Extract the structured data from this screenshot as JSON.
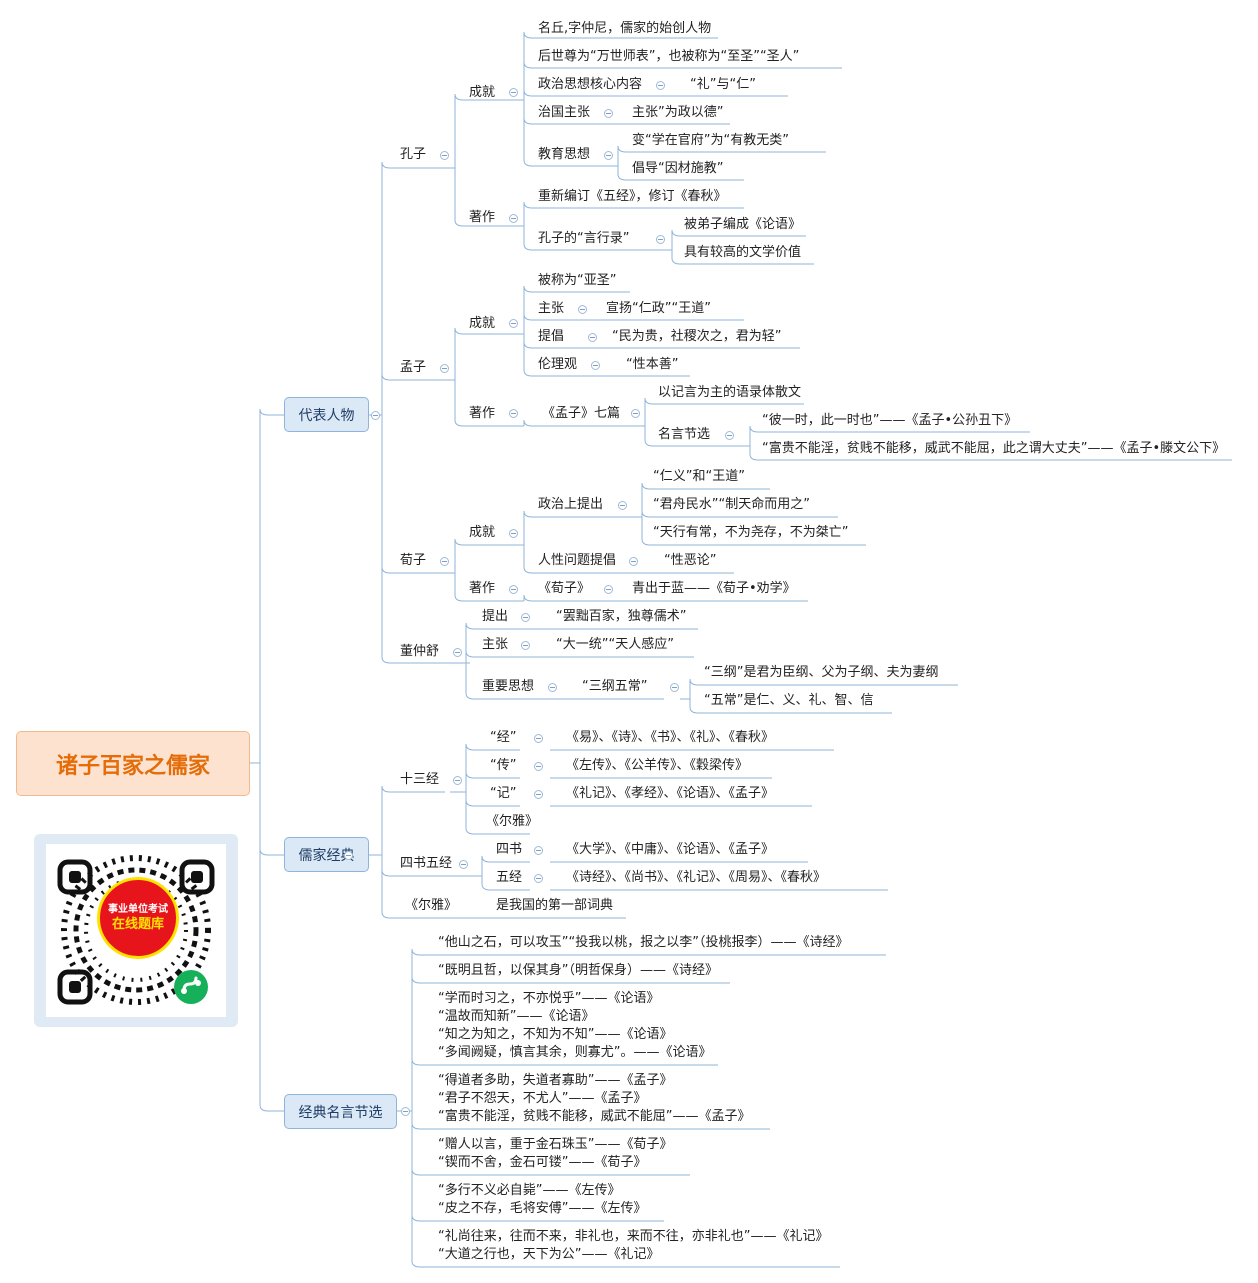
{
  "root": "诸子百家之儒家",
  "qr": {
    "line1": "事业单位考试",
    "line2": "在线题库",
    "icon": "wechat-miniprogram-icon"
  },
  "colors": {
    "line": "#8fb4da",
    "root_bg": "#fde3cf",
    "root_text": "#e46d0a",
    "main_bg": "#dbe9f7"
  },
  "branches": {
    "people": "代表人物",
    "classics": "儒家经典",
    "quotes": "经典名言节选"
  },
  "kongzi": {
    "name": "孔子",
    "ach": "成就",
    "ach1": "名丘,字仲尼，儒家的始创人物",
    "ach2": "后世尊为“万世师表”，也被称为“至圣”“圣人”",
    "ach3_k": "政治思想核心内容",
    "ach3_v": "“礼”与“仁”",
    "ach4_k": "治国主张",
    "ach4_v": "主张”为政以德”",
    "ach5_k": "教育思想",
    "ach5_v1": "变“学在官府”为“有教无类”",
    "ach5_v2": "倡导“因材施教”",
    "works": "著作",
    "works1": "重新编订《五经》，修订《春秋》",
    "works2_k": "孔子的“言行录”",
    "works2_v1": "被弟子编成《论语》",
    "works2_v2": "具有较高的文学价值"
  },
  "mengzi": {
    "name": "孟子",
    "ach": "成就",
    "ach1": "被称为“亚圣”",
    "ach2_k": "主张",
    "ach2_v": "宣扬“仁政”“王道”",
    "ach3_k": "提倡",
    "ach3_v": "“民为贵，社稷次之，君为轻”",
    "ach4_k": "伦理观",
    "ach4_v": "“性本善”",
    "works": "著作",
    "works_k": "《孟子》七篇",
    "works_v1": "以记言为主的语录体散文",
    "quotes_k": "名言节选",
    "quote1": "“彼一时，此一时也”——《孟子•公孙丑下》",
    "quote2": "“富贵不能淫，贫贱不能移，威武不能屈，此之谓大丈夫”——《孟子•滕文公下》"
  },
  "xunzi": {
    "name": "荀子",
    "ach": "成就",
    "pol_k": "政治上提出",
    "pol1": "“仁义”和“王道”",
    "pol2": "“君舟民水”“制天命而用之”",
    "pol3": "“天行有常，不为尧存，不为桀亡”",
    "hum_k": "人性问题提倡",
    "hum_v": "“性恶论”",
    "works": "著作",
    "works_k": "《荀子》",
    "works_v": "青出于蓝——《荀子•劝学》"
  },
  "dong": {
    "name": "董仲舒",
    "p1_k": "提出",
    "p1_v": "“罢黜百家，独尊儒术”",
    "p2_k": "主张",
    "p2_v": "“大一统”“天人感应”",
    "p3_k": "重要思想",
    "p3_v": "“三纲五常”",
    "p3_a": "“三纲”是君为臣纲、父为子纲、夫为妻纲",
    "p3_b": "“五常”是仁、义、礼、智、信"
  },
  "classics": {
    "shisan": "十三经",
    "jing_k": "“经”",
    "jing_v": "《易》、《诗》、《书》、《礼》、《春秋》",
    "zhuan_k": "“传”",
    "zhuan_v": "《左传》、《公羊传》、《穀梁传》",
    "ji_k": "“记”",
    "ji_v": "《礼记》、《孝经》、《论语》、《孟子》",
    "erya": "《尔雅》",
    "sishu_wujing": "四书五经",
    "sishu_k": "四书",
    "sishu_v": "《大学》、《中庸》、《论语》、《孟子》",
    "wujing_k": "五经",
    "wujing_v": "《诗经》、《尚书》、《礼记》、《周易》、《春秋》",
    "erya2_k": "《尔雅》",
    "erya2_v": "是我国的第一部词典"
  },
  "quotes": [
    [
      "“他山之石，可以攻玉”“投我以桃，报之以李”（投桃报李）——《诗经》"
    ],
    [
      "“既明且哲，以保其身”（明哲保身）——《诗经》"
    ],
    [
      "“学而时习之，不亦悦乎”——《论语》",
      "“温故而知新”——《论语》",
      "“知之为知之，不知为不知”——《论语》",
      "“多闻阙疑，慎言其余，则寡尤”。——《论语》"
    ],
    [
      "“得道者多助，失道者寡助”——《孟子》",
      "“君子不怨天，不尤人”——《孟子》",
      "“富贵不能淫，贫贱不能移，威武不能屈”——《孟子》"
    ],
    [
      "“赠人以言，重于金石珠玉”——《荀子》",
      "“锲而不舍，金石可镂”——《荀子》"
    ],
    [
      "“多行不义必自毙”——《左传》",
      "“皮之不存，毛将安傅”——《左传》"
    ],
    [
      "“礼尚往来，往而不来，非礼也，来而不往，亦非礼也”——《礼记》",
      "“大道之行也，天下为公”——《礼记》"
    ]
  ]
}
